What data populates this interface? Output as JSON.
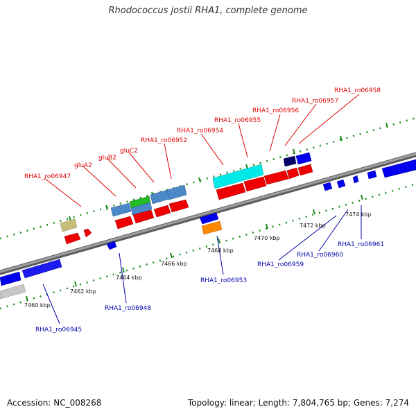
{
  "title": "Rhodococcus jostii RHA1, complete genome",
  "footer": {
    "accession": "Accession: NC_008268",
    "topology": "Topology: linear; Length: 7,804,765 bp; Genes: 7,274"
  },
  "colors": {
    "top_labels": "#dd0000",
    "bottom_labels": "#0000aa",
    "backbone": "#8a8a8a",
    "ticks": "#1a8a1a"
  },
  "kbp_labels": [
    "7460 kbp",
    "7462 kbp",
    "7464 kbp",
    "7466 kbp",
    "7468 kbp",
    "7470 kbp",
    "7472 kbp",
    "7474 kbp"
  ],
  "top_gene_labels": [
    "RHA1_ro06947",
    "gluA2",
    "gluB2",
    "gluC2",
    "RHA1_ro06952",
    "RHA1_ro06954",
    "RHA1_ro06955",
    "RHA1_ro06956",
    "RHA1_ro06957",
    "RHA1_ro06958"
  ],
  "bottom_gene_labels": [
    "RHA1_ro06945",
    "RHA1_ro06948",
    "RHA1_ro06953",
    "RHA1_ro06959",
    "RHA1_ro06960",
    "RHA1_ro06961"
  ]
}
